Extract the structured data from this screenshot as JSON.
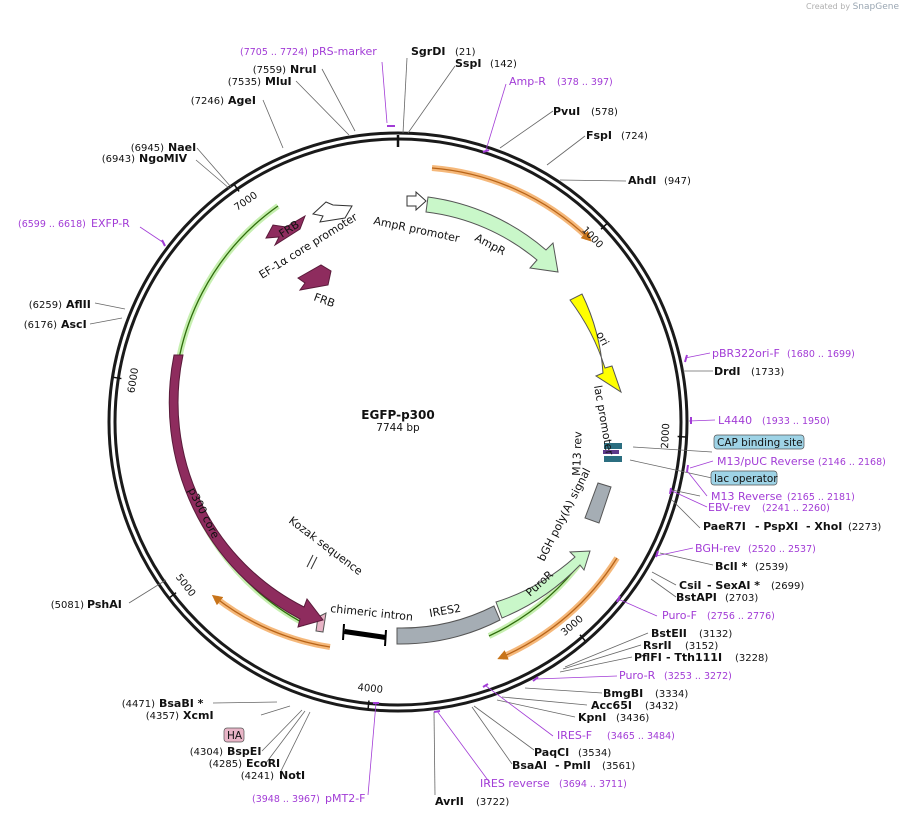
{
  "credit": {
    "prefix": "Created by",
    "brand": "SnapGene"
  },
  "plasmid": {
    "name": "EGFP-p300",
    "size_label": "7744 bp"
  },
  "ticks": [
    "1000",
    "2000",
    "3000",
    "4000",
    "5000",
    "6000",
    "7000"
  ],
  "sites": [
    {
      "name": "SgrDI",
      "pos": "(21)"
    },
    {
      "name": "SspI",
      "pos": "(142)"
    },
    {
      "name": "PvuI",
      "pos": "(578)"
    },
    {
      "name": "FspI",
      "pos": "(724)"
    },
    {
      "name": "AhdI",
      "pos": "(947)"
    },
    {
      "name": "DrdI",
      "pos": "(1733)"
    },
    {
      "name": "PaeR7I",
      "pos": ""
    },
    {
      "name": "- PspXI",
      "pos": ""
    },
    {
      "name": "- XhoI",
      "pos": "(2273)"
    },
    {
      "name": "BclI *",
      "pos": "(2539)"
    },
    {
      "name": "CsiI",
      "pos": ""
    },
    {
      "name": "- SexAI *",
      "pos": "(2699)"
    },
    {
      "name": "BstAPI",
      "pos": "(2703)"
    },
    {
      "name": "BstEII",
      "pos": "(3132)"
    },
    {
      "name": "RsrII",
      "pos": "(3152)"
    },
    {
      "name": "PflFI",
      "pos": ""
    },
    {
      "name": "- Tth111I",
      "pos": "(3228)"
    },
    {
      "name": "BmgBI",
      "pos": "(3334)"
    },
    {
      "name": "Acc65I",
      "pos": "(3432)"
    },
    {
      "name": "KpnI",
      "pos": "(3436)"
    },
    {
      "name": "PaqCI",
      "pos": "(3534)"
    },
    {
      "name": "BsaAI",
      "pos": ""
    },
    {
      "name": "- PmlI",
      "pos": "(3561)"
    },
    {
      "name": "AvrII",
      "pos": "(3722)"
    },
    {
      "name": "NotI",
      "pos": "(4241)"
    },
    {
      "name": "EcoRI",
      "pos": "(4285)"
    },
    {
      "name": "BspEI",
      "pos": "(4304)"
    },
    {
      "name": "XcmI",
      "pos": "(4357)"
    },
    {
      "name": "BsaBI *",
      "pos": "(4471)"
    },
    {
      "name": "PshAI",
      "pos": "(5081)"
    },
    {
      "name": "AscI",
      "pos": "(6176)"
    },
    {
      "name": "AflII",
      "pos": "(6259)"
    },
    {
      "name": "NgoMIV",
      "pos": "(6943)"
    },
    {
      "name": "NaeI",
      "pos": "(6945)"
    },
    {
      "name": "AgeI",
      "pos": "(7246)"
    },
    {
      "name": "MluI",
      "pos": "(7535)"
    },
    {
      "name": "NruI",
      "pos": "(7559)"
    }
  ],
  "primers": [
    {
      "name": "pRS-marker",
      "pos": "(7705 .. 7724)"
    },
    {
      "name": "Amp-R",
      "pos": "(378 .. 397)"
    },
    {
      "name": "pBR322ori-F",
      "pos": "(1680 .. 1699)"
    },
    {
      "name": "L4440",
      "pos": "(1933 .. 1950)"
    },
    {
      "name": "M13/pUC Reverse",
      "pos": "(2146 .. 2168)"
    },
    {
      "name": "M13 Reverse",
      "pos": "(2165 .. 2181)"
    },
    {
      "name": "EBV-rev",
      "pos": "(2241 .. 2260)"
    },
    {
      "name": "BGH-rev",
      "pos": "(2520 .. 2537)"
    },
    {
      "name": "Puro-F",
      "pos": "(2756 .. 2776)"
    },
    {
      "name": "Puro-R",
      "pos": "(3253 .. 3272)"
    },
    {
      "name": "IRES-F",
      "pos": "(3465 .. 3484)"
    },
    {
      "name": "IRES reverse",
      "pos": "(3694 .. 3711)"
    },
    {
      "name": "pMT2-F",
      "pos": "(3948 .. 3967)"
    },
    {
      "name": "EXFP-R",
      "pos": "(6599 .. 6618)"
    }
  ],
  "boxed_features": [
    {
      "name": "CAP binding site",
      "color": "#9ed3e6"
    },
    {
      "name": "lac operator",
      "color": "#9ed3e6"
    },
    {
      "name": "HA",
      "color": "#e8b4c6"
    }
  ],
  "features": [
    {
      "name": "AmpR promoter"
    },
    {
      "name": "AmpR",
      "color": "#c9f7c9"
    },
    {
      "name": "ori",
      "color": "#ffff00"
    },
    {
      "name": "lac promoter"
    },
    {
      "name": "M13 rev"
    },
    {
      "name": "bGH poly(A) signal",
      "color": "#a5adb4"
    },
    {
      "name": "PuroR",
      "color": "#c9f7c9"
    },
    {
      "name": "IRES2",
      "color": "#a5adb4"
    },
    {
      "name": "chimeric intron"
    },
    {
      "name": "Kozak sequence"
    },
    {
      "name": "p300 core",
      "color": "#8e2c5e"
    },
    {
      "name": "FRB",
      "color": "#8e2c5e"
    },
    {
      "name": "EF-1α core promoter"
    }
  ],
  "colors": {
    "primer": "#a23cd6",
    "orange_arc": "#f5b87a",
    "green_arc": "#4a8f1a",
    "backbone": "#1a1a1a"
  }
}
